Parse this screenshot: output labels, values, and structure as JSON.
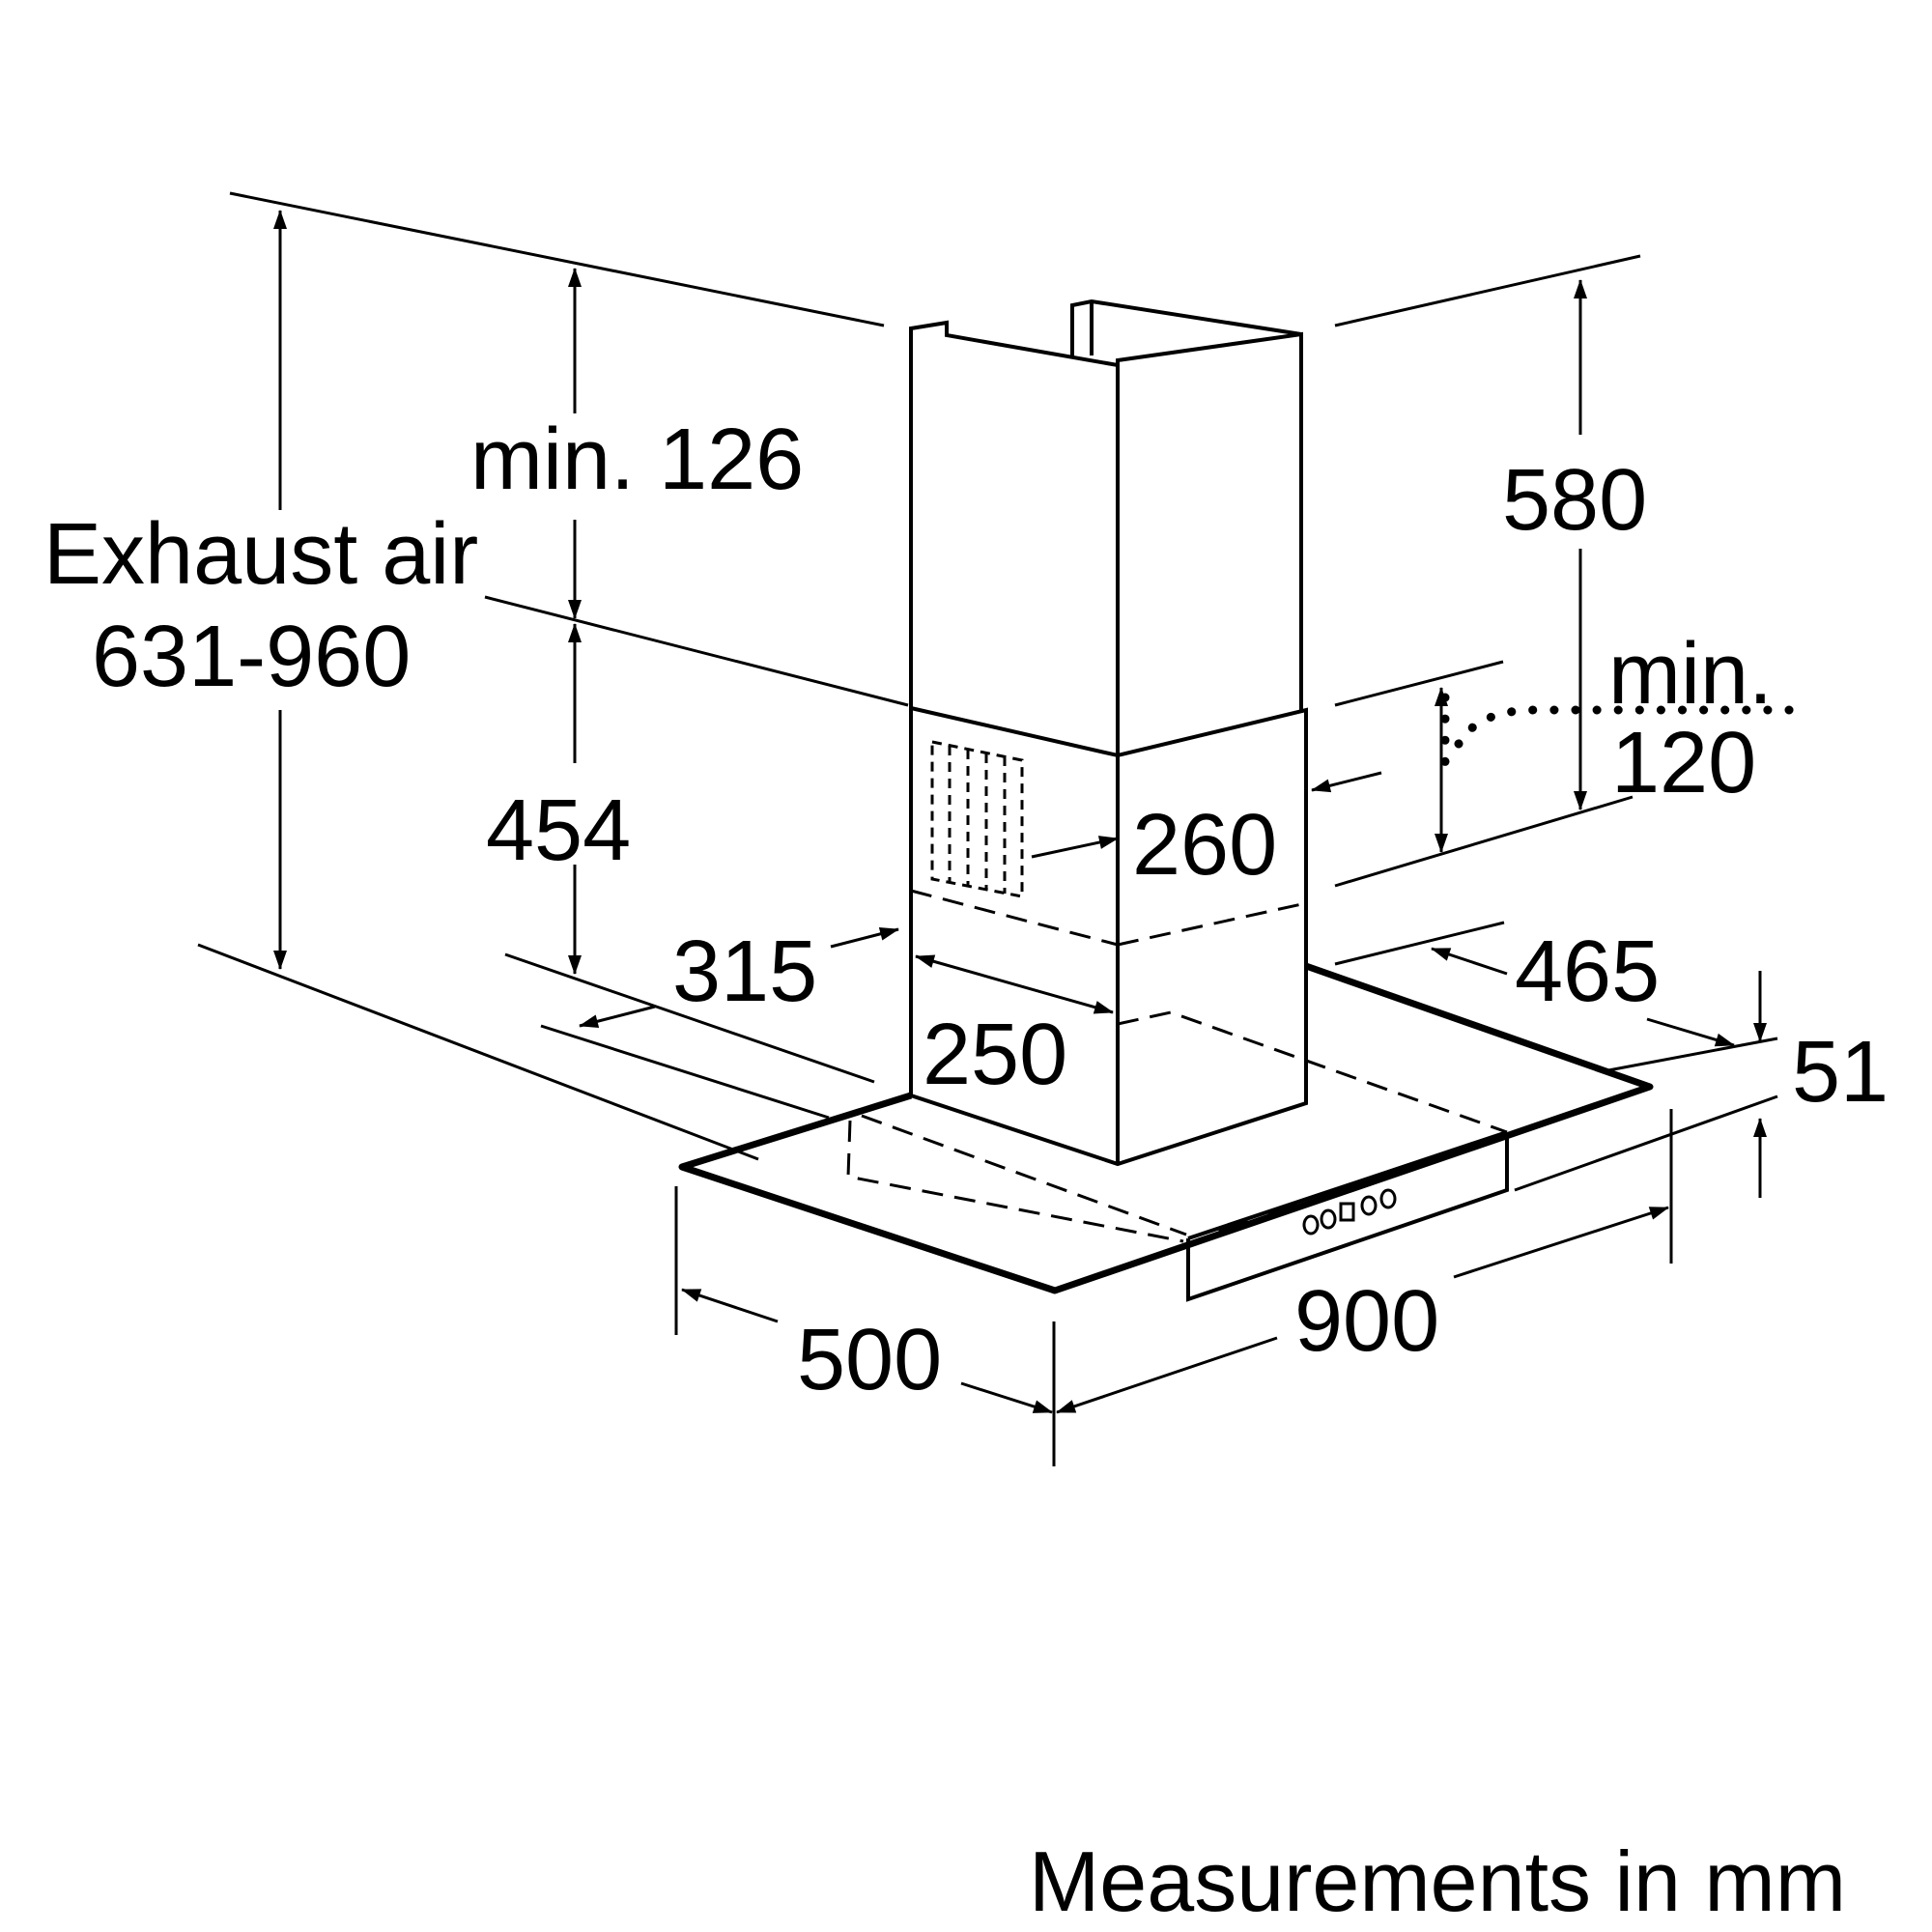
{
  "dimensions": {
    "exhaust_label": "Exhaust air",
    "exhaust_range": "631-960",
    "min_126": "min. 126",
    "d580": "580",
    "min_120_top": "min.",
    "min_120_bottom": "120",
    "d454": "454",
    "d260": "260",
    "d315": "315",
    "d465": "465",
    "d250": "250",
    "d51": "51",
    "d500": "500",
    "d900": "900"
  },
  "caption": "Measurements in mm"
}
